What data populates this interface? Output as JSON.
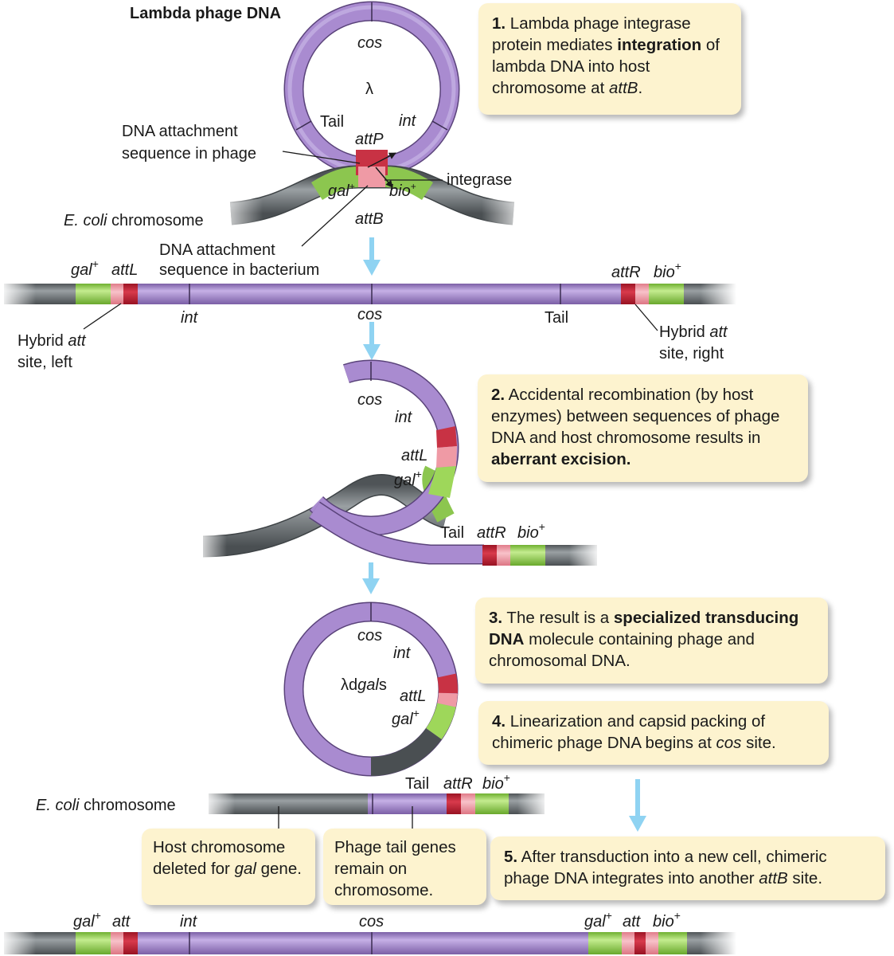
{
  "title": "Lambda phage DNA",
  "colors": {
    "phage": "#a98bd0",
    "host": "#707679",
    "gal": "#9ed75a",
    "att_dark": "#c2283a",
    "att_light": "#ef9aa5",
    "arrow": "#8fd3f2",
    "box": "#fdf3cf"
  },
  "step1": {
    "circle": {
      "cos": "cos",
      "lambda": "λ",
      "tail": "Tail",
      "int": "int",
      "attP": "attP"
    },
    "dna_attach_phage": [
      "DNA attachment",
      "sequence in phage"
    ],
    "integrase": "integrase",
    "gal": "gal",
    "gal_sup": "+",
    "bio": "bio",
    "bio_sup": "+",
    "attB": "attB",
    "ecoli_it": "E. coli",
    "ecoli_rest": " chromosome",
    "dna_attach_bact": [
      "DNA attachment",
      "sequence in bacterium"
    ]
  },
  "box1": {
    "num": "1.",
    "t1": " Lambda phage integrase protein mediates ",
    "bold": "integration",
    "t2": " of lambda DNA into host chromosome at ",
    "em": "attB",
    "t3": "."
  },
  "integrated": {
    "gal": "gal",
    "gal_sup": "+",
    "attL": "attL",
    "int": "int",
    "cos": "cos",
    "tail": "Tail",
    "attR": "attR",
    "bio": "bio",
    "bio_sup": "+",
    "hybrid_left": [
      "Hybrid ",
      "att",
      "site, left"
    ],
    "hybrid_right": [
      "Hybrid ",
      "att",
      "site, right"
    ]
  },
  "box2": {
    "num": "2.",
    "t1": " Accidental recombination (by host enzymes) between sequences of phage DNA and host chromosome results in ",
    "bold": "aberrant excision."
  },
  "excision": {
    "cos": "cos",
    "int": "int",
    "attL": "attL",
    "gal": "gal",
    "gal_sup": "+",
    "tail": "Tail",
    "attR": "attR",
    "bio": "bio",
    "bio_sup": "+"
  },
  "box3": {
    "num": "3.",
    "t1": " The result is a ",
    "bold": "specialized transducing DNA",
    "t2": " molecule containing phage and chromosomal DNA."
  },
  "product": {
    "cos": "cos",
    "int": "int",
    "name_prefix": "λd",
    "name_it": "gal",
    "name_suffix": "s",
    "attL": "attL",
    "gal": "gal",
    "gal_sup": "+"
  },
  "box4": {
    "num": "4.",
    "t1": " Linearization and capsid packing of chimeric phage DNA begins at ",
    "em": "cos",
    "t2": " site."
  },
  "deleted": {
    "ecoli_it": "E. coli",
    "ecoli_rest": " chromosome",
    "tail": "Tail",
    "attR": "attR",
    "bio": "bio",
    "bio_sup": "+"
  },
  "box_host": {
    "t1": "Host chromosome deleted for ",
    "em": "gal",
    "t2": " gene."
  },
  "box_tail": {
    "t1": "Phage tail genes remain on chromosome."
  },
  "box5": {
    "num": "5.",
    "t1": " After transduction into a new cell, chimeric phage DNA integrates into another ",
    "em": "attB",
    "t2": " site."
  },
  "final": {
    "gal": "gal",
    "gal_sup": "+",
    "att": "att",
    "int": "int",
    "cos": "cos",
    "gal2": "gal",
    "gal2_sup": "+",
    "att2": "att",
    "bio": "bio",
    "bio_sup": "+"
  }
}
